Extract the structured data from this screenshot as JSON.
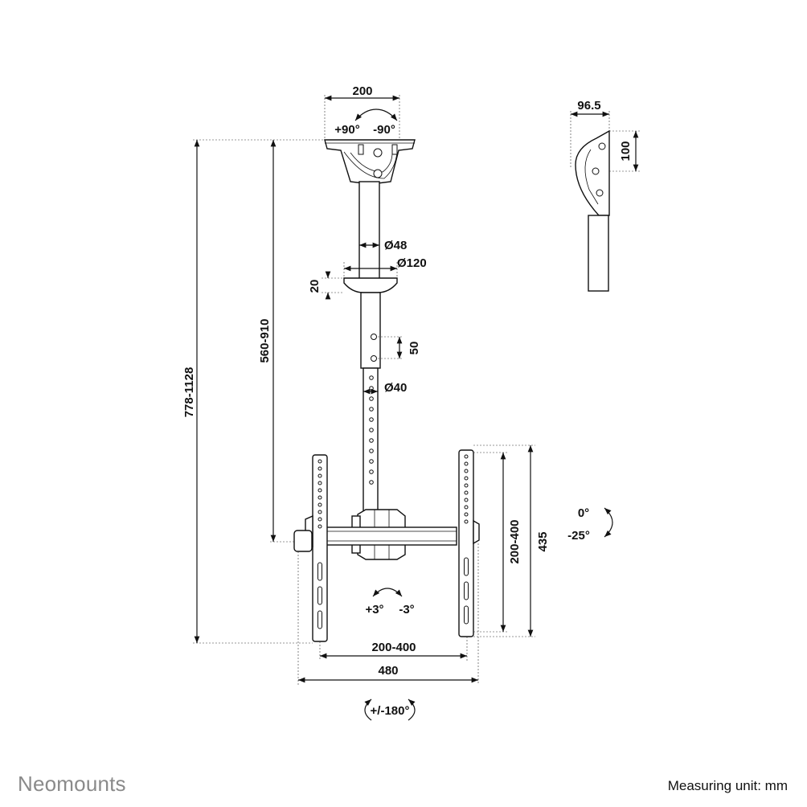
{
  "dimensions": {
    "top_plate_width": "200",
    "rot_plus": "+90°",
    "rot_minus": "-90°",
    "side_depth": "96.5",
    "side_hole": "100",
    "tube_upper_dia": "Ø48",
    "cover_dia": "Ø120",
    "cover_height": "20",
    "hole_spacing": "50",
    "tube_lower_dia": "Ø40",
    "adjust_height": "560-910",
    "total_height": "778-1128",
    "vesa_vertical": "200-400",
    "bracket_height": "435",
    "tilt_top": "0°",
    "tilt_bottom": "-25°",
    "level_plus": "+3°",
    "level_minus": "-3°",
    "vesa_horizontal": "200-400",
    "total_width": "480",
    "swivel": "+/-180°"
  },
  "footer": {
    "brand": "Neomounts",
    "unit_label": "Measuring unit: mm"
  }
}
